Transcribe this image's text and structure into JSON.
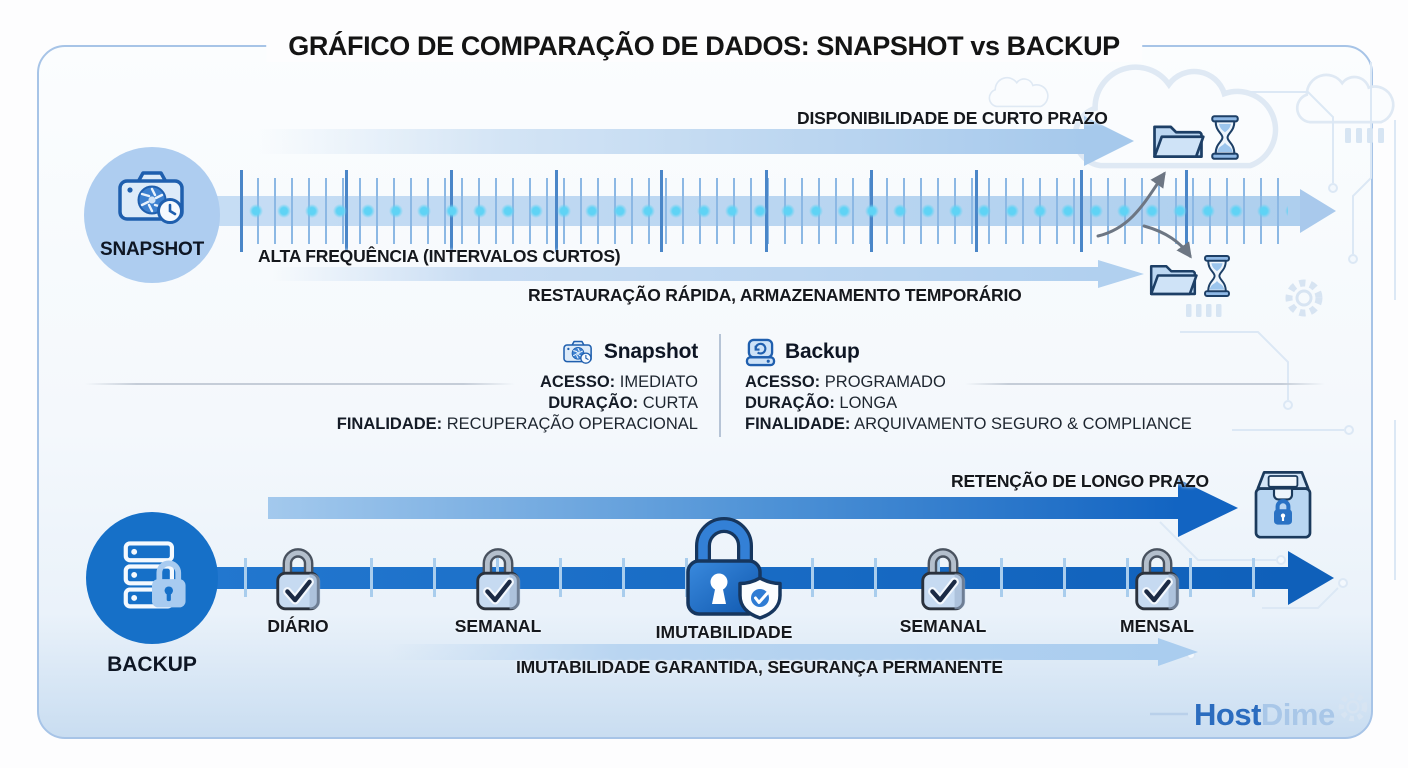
{
  "title": "GRÁFICO DE COMPARAÇÃO DE DADOS: SNAPSHOT vs BACKUP",
  "snapshot_flow": {
    "circle_label": "SNAPSHOT",
    "short_term_label": "DISPONIBILIDADE DE CURTO PRAZO",
    "frequency_label": "ALTA FREQUÊNCIA (INTERVALOS CURTOS)",
    "restore_label": "RESTAURAÇÃO RÁPIDA, ARMAZENAMENTO TEMPORÁRIO"
  },
  "comparison": {
    "snapshot": {
      "heading": "Snapshot",
      "rows": [
        {
          "label": "ACESSO:",
          "value": "IMEDIATO"
        },
        {
          "label": "DURAÇÃO:",
          "value": "CURTA"
        },
        {
          "label": "FINALIDADE:",
          "value": "RECUPERAÇÃO OPERACIONAL"
        }
      ]
    },
    "backup": {
      "heading": "Backup",
      "rows": [
        {
          "label": "ACESSO:",
          "value": "PROGRAMADO"
        },
        {
          "label": "DURAÇÃO:",
          "value": "LONGA"
        },
        {
          "label": "FINALIDADE:",
          "value": "ARQUIVAMENTO SEGURO & COMPLIANCE"
        }
      ]
    }
  },
  "backup_flow": {
    "circle_label": "BACKUP",
    "retention_label": "RETENÇÃO DE LONGO PRAZO",
    "milestones": [
      "DIÁRIO",
      "SEMANAL",
      "IMUTABILIDADE",
      "SEMANAL",
      "MENSAL"
    ],
    "guarantee_label": "IMUTABILIDADE GARANTIDA, SEGURANÇA PERMANENTE"
  },
  "brand": {
    "host": "Host",
    "dime": "Dime"
  },
  "colors": {
    "primary_blue": "#1670c8",
    "light_blue_circle": "#aecdf0",
    "timeline_band": "#aecfee",
    "glow_cyan": "#5fd3f5",
    "dark_arrow": "#1264c2",
    "card_border": "#a7c4e7",
    "brand_host": "#2b6cbf",
    "brand_dime": "#a9c7e8"
  },
  "icons": {
    "camera_clock": "snapshot camera with clock badge",
    "server_lock": "server stack with padlock",
    "folder": "open folder",
    "hourglass": "hourglass",
    "padlock_check": "padlock with checkmark",
    "padlock_shield": "large padlock with shield check",
    "archive_lock": "archive drawer with padlock",
    "drive_sync": "backup drive",
    "cloud": "cloud outline",
    "gear": "gear outline"
  }
}
